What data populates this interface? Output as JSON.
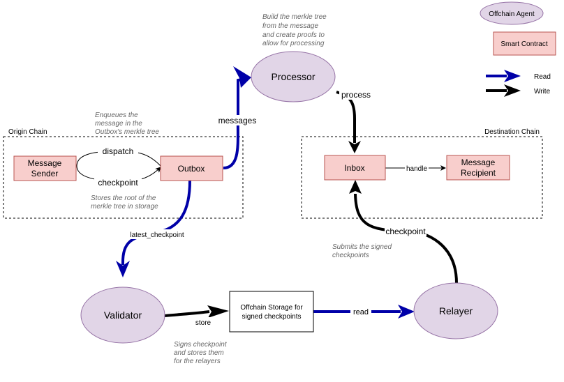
{
  "colors": {
    "agent_fill": "#e1d5e7",
    "agent_stroke": "#9673a6",
    "contract_fill": "#f8cecc",
    "contract_stroke": "#b85450",
    "read_arrow": "#0000a8",
    "write_arrow": "#000000",
    "note_text": "#666666"
  },
  "legend": {
    "agent": "Offchain Agent",
    "contract": "Smart Contract",
    "read": "Read",
    "write": "Write"
  },
  "containers": {
    "origin": "Origin Chain",
    "destination": "Destination Chain"
  },
  "nodes": {
    "message_sender": [
      "Message",
      "Sender"
    ],
    "outbox": "Outbox",
    "processor": "Processor",
    "inbox": "Inbox",
    "message_recipient": [
      "Message",
      "Recipient"
    ],
    "validator": "Validator",
    "storage": [
      "Offchain Storage for",
      "signed checkpoints"
    ],
    "relayer": "Relayer"
  },
  "edges": {
    "dispatch": "dispatch",
    "checkpoint_origin": "checkpoint",
    "messages": "messages",
    "process": "process",
    "handle": "handle",
    "latest_checkpoint": "latest_checkpoint",
    "store": "store",
    "read": "read",
    "checkpoint_relayer": "checkpoint"
  },
  "notes": {
    "processor": [
      "Build the merkle tree",
      "from the message",
      "and create proofs to",
      "allow for processing"
    ],
    "outbox_enqueue": [
      "Enqueues the",
      "message in the",
      "Outbox's merkle tree"
    ],
    "outbox_store": [
      "Stores the root of the",
      "merkle tree in storage"
    ],
    "relayer": [
      "Submits the signed",
      "checkpoints"
    ],
    "validator": [
      "Signs checkpoint",
      "and stores them",
      "for the relayers"
    ]
  }
}
